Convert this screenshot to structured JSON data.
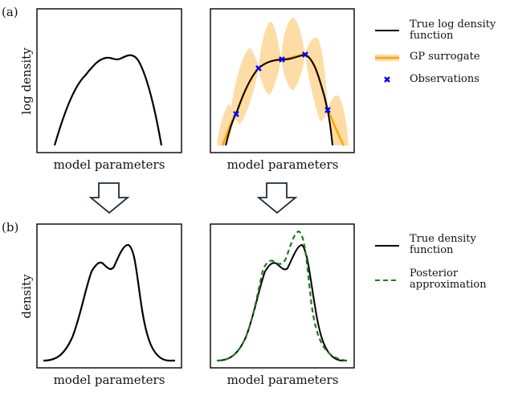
{
  "figure": {
    "panel_a_label": "(a)",
    "panel_b_label": "(b)",
    "top_left": {
      "xlabel": "model parameters",
      "ylabel": "log density"
    },
    "top_right": {
      "xlabel": "model parameters"
    },
    "bottom_left": {
      "xlabel": "model parameters",
      "ylabel": "density"
    },
    "bottom_right": {
      "xlabel": "model parameters"
    },
    "legend_top": [
      {
        "label_line1": "True log density",
        "label_line2": "function",
        "style": "solid-line",
        "color": "#000000"
      },
      {
        "label_line1": "GP surrogate",
        "label_line2": "",
        "style": "line-with-band",
        "color": "#FFA500",
        "band_color": "#FDDCA6"
      },
      {
        "label_line1": "Observations",
        "label_line2": "",
        "style": "x-marker",
        "color": "#0000FF"
      }
    ],
    "legend_bottom": [
      {
        "label_line1": "True density",
        "label_line2": "function",
        "style": "solid-line",
        "color": "#000000"
      },
      {
        "label_line1": "Posterior",
        "label_line2": "approximation",
        "style": "dashed-line",
        "color": "#1A7F1A"
      }
    ],
    "arrow_color": "#1E2D3C"
  },
  "chart_data": [
    {
      "type": "line",
      "title": "(a) left",
      "xlabel": "model parameters",
      "ylabel": "log density",
      "series": [
        {
          "name": "True log density function",
          "shape": "bimodal plateau, two slight bumps near center-right"
        }
      ]
    },
    {
      "type": "line",
      "title": "(a) right",
      "xlabel": "model parameters",
      "series": [
        {
          "name": "True log density function",
          "color": "#000000"
        },
        {
          "name": "GP surrogate",
          "color": "#FFA500",
          "uncertainty_band": true
        },
        {
          "name": "Observations",
          "count": 5,
          "marker": "x",
          "color": "#0000FF"
        }
      ]
    },
    {
      "type": "line",
      "title": "(b) left",
      "xlabel": "model parameters",
      "ylabel": "density",
      "series": [
        {
          "name": "True density function",
          "shape": "bimodal, taller right peak"
        }
      ]
    },
    {
      "type": "line",
      "title": "(b) right",
      "xlabel": "model parameters",
      "series": [
        {
          "name": "True density function",
          "color": "#000000",
          "style": "solid"
        },
        {
          "name": "Posterior approximation",
          "color": "#1A7F1A",
          "style": "dashed"
        }
      ]
    }
  ]
}
